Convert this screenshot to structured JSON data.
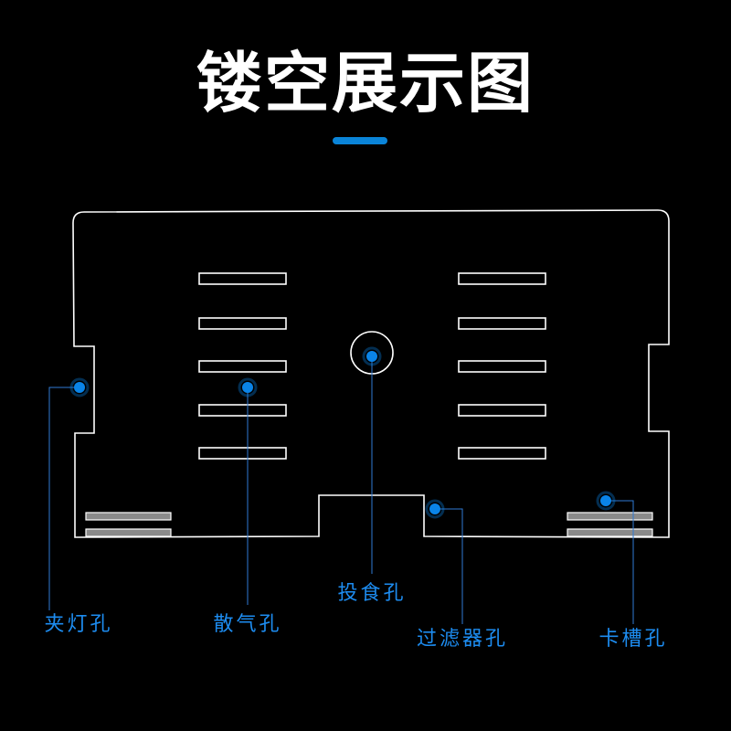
{
  "title": "镂空展示图",
  "colors": {
    "background": "#000000",
    "outline": "#ffffff",
    "accent": "#0a84d8",
    "dot": "#0a84e8",
    "leader": "#2f7ad4",
    "label": "#1d8cf0",
    "slot_fill": "#8a8a8a"
  },
  "callouts": [
    {
      "id": "clip-light-hole",
      "label": "夹灯孔"
    },
    {
      "id": "vent-hole",
      "label": "散气孔"
    },
    {
      "id": "feeding-hole",
      "label": "投食孔"
    },
    {
      "id": "filter-hole",
      "label": "过滤器孔"
    },
    {
      "id": "card-slot-hole",
      "label": "卡槽孔"
    }
  ]
}
